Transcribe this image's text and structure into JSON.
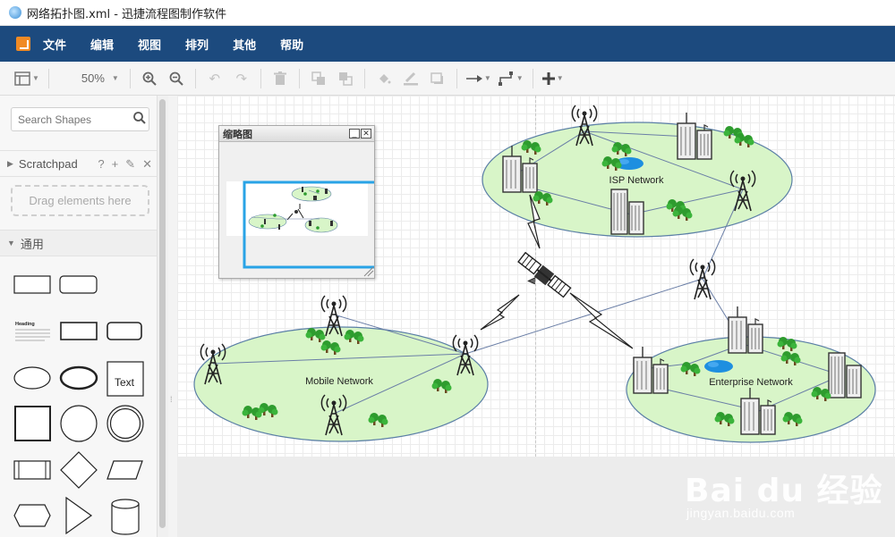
{
  "window": {
    "title": "网络拓扑图.xml - 迅捷流程图制作软件"
  },
  "menu": [
    "文件",
    "编辑",
    "视图",
    "排列",
    "其他",
    "帮助"
  ],
  "toolbar": {
    "zoom": "50%"
  },
  "sidebar": {
    "search_placeholder": "Search Shapes",
    "scratchpad_label": "Scratchpad",
    "scratchpad_help": "?",
    "dropzone_text": "Drag elements here",
    "general_label": "通用",
    "text_shape": "Text",
    "heading_shape": "Heading"
  },
  "overview": {
    "title": "缩略图"
  },
  "diagram": {
    "isp_label": "ISP Network",
    "mobile_label": "Mobile Network",
    "enterprise_label": "Enterprise Network",
    "cloud_fill": "#d8f5c8",
    "cloud_stroke": "#5b7fa6"
  },
  "watermark": {
    "brand": "Bai du 经验",
    "url": "jingyan.baidu.com"
  }
}
